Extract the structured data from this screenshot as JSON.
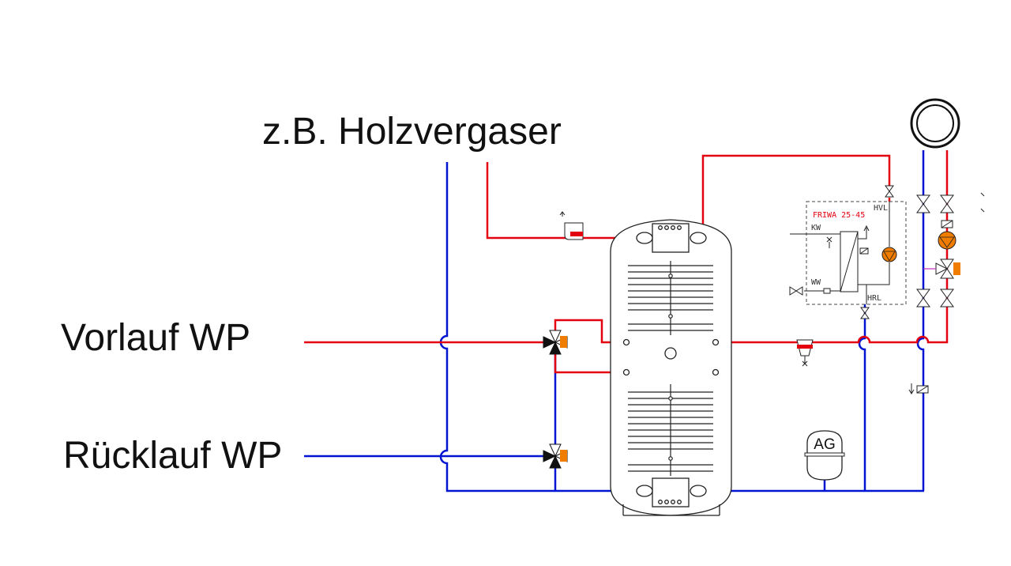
{
  "labels": {
    "title": "z.B. Holzvergaser",
    "vorlauf": "Vorlauf WP",
    "ruecklauf": "Rücklauf WP"
  },
  "module": {
    "name": "FRIWA 25-45",
    "kw": "KW",
    "ww": "WW",
    "hvl": "HVL",
    "hrl": "HRL"
  },
  "expansion_vessel": "AG",
  "colors": {
    "supply": "#e3000f",
    "return": "#0014d2",
    "actuator": "#f07d00",
    "line": "#222222",
    "mixer_control": "#c030c0"
  }
}
